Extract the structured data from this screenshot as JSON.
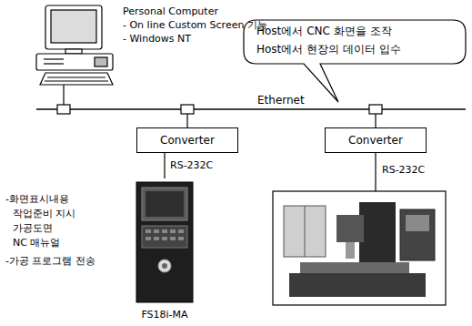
{
  "diagram": {
    "nodes": [
      {
        "text": [
          "Personal Computer",
          "- On line Custom Screen 기능",
          "- Windows NT"
        ]
      },
      {
        "text": [
          "Host에서 CNC 화면을 조작",
          "Host에서 현장의 데이터 입수"
        ]
      },
      {
        "text": [
          "Converter"
        ]
      },
      {
        "text": [
          "Converter"
        ]
      },
      {
        "text": [
          "FS18i-MA"
        ]
      }
    ],
    "edges": [
      {
        "from": 2,
        "to": 4,
        "label": "RS-232C",
        "arrow": "none"
      }
    ],
    "labels": [
      "Ethernet",
      "RS-232C",
      "-화면표시내용",
      "작업준비 지시",
      "가공도면",
      "NC 매뉴얼",
      "-가공 프로그램 전송"
    ]
  }
}
